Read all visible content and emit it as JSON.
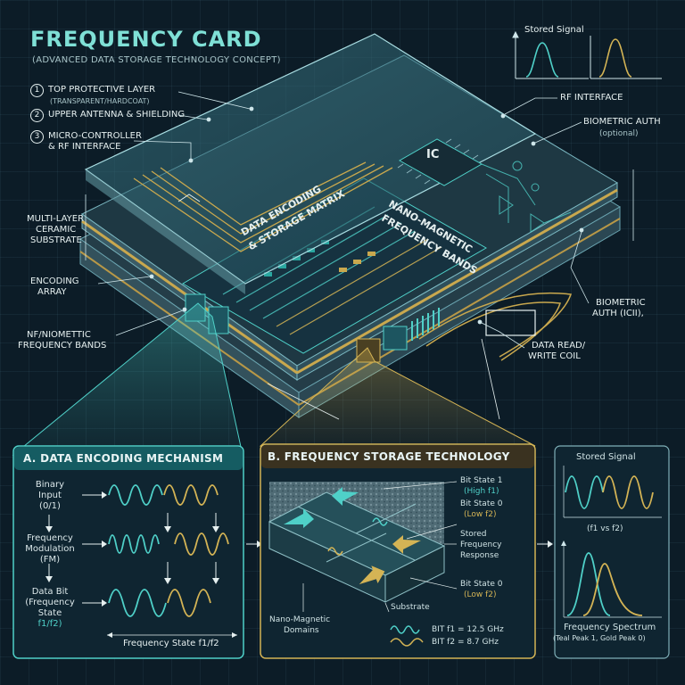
{
  "header": {
    "title": "FREQUENCY CARD",
    "subtitle": "(ADVANCED DATA STORAGE TECHNOLOGY CONCEPT)"
  },
  "layers": [
    {
      "num": "1",
      "label": "TOP PROTECTIVE LAYER",
      "sub": "(TRANSPARENT/HARDCOAT)"
    },
    {
      "num": "2",
      "label": "UPPER ANTENNA & SHIELDING",
      "sub": ""
    },
    {
      "num": "3",
      "label": "MICRO-CONTROLLER",
      "label2": "& RF INTERFACE",
      "sub": ""
    }
  ],
  "left_labels": {
    "substrate": [
      "MULTI-LAYER",
      "CERAMIC",
      "SUBSTRATE"
    ],
    "encoding": [
      "ENCODING",
      "ARRAY"
    ],
    "bands": [
      "NF/NIOMETTIC",
      "FREQUENCY BANDS"
    ]
  },
  "right_labels": {
    "stored_signal": "Stored Signal",
    "rf_interface": "RF INTERFACE",
    "biometric": "BIOMETRIC AUTH",
    "biometric_opt": "(optional)",
    "biometric2": [
      "BIOMETRIC",
      "AUTH (ICII),"
    ],
    "coil": [
      "DATA READ/",
      "WRITE COIL"
    ]
  },
  "card": {
    "chip": "IC",
    "matrix": [
      "DATA ENCODING",
      "& STORAGE MATRIX"
    ],
    "bands": [
      "NANO-MAGNETIC",
      "FREQUENCY BANDS"
    ]
  },
  "panel_a": {
    "title": "A. DATA ENCODING MECHANISM",
    "binary": [
      "Binary",
      "Input",
      "(0/1)"
    ],
    "fm": [
      "Frequency",
      "Modulation",
      "(FM)"
    ],
    "bit": [
      "Data Bit",
      "(Frequency",
      "State"
    ],
    "bit_state": "f1/f2)",
    "footer": "Frequency State f1/f2"
  },
  "panel_b": {
    "title": "B. FREQUENCY STORAGE TECHNOLOGY",
    "bit1": "Bit State 1",
    "bit1_sub": "(High f1)",
    "bit0": "Bit State 0",
    "bit0_sub": "(Low f2)",
    "stored": [
      "Stored",
      "Frequency",
      "Response"
    ],
    "bit0b": "Bit State 0",
    "bit0b_sub": "(Low f2)",
    "substrate": "Substrate",
    "domains": [
      "Nano-Magnetic",
      "Domains"
    ],
    "legend1": "BIT f1 = 12.5 GHz",
    "legend2": "BIT f2 = 8.7 GHz"
  },
  "panel_c": {
    "stored_signal": "Stored Signal",
    "f1vsf2": "(f1 vs f2)",
    "spectrum": "Frequency Spectrum",
    "spectrum_sub": "(Teal Peak 1, Gold Peak 0)"
  },
  "colors": {
    "teal": "#4fd0c8",
    "gold": "#d4b455",
    "bg": "#0c1c27"
  }
}
